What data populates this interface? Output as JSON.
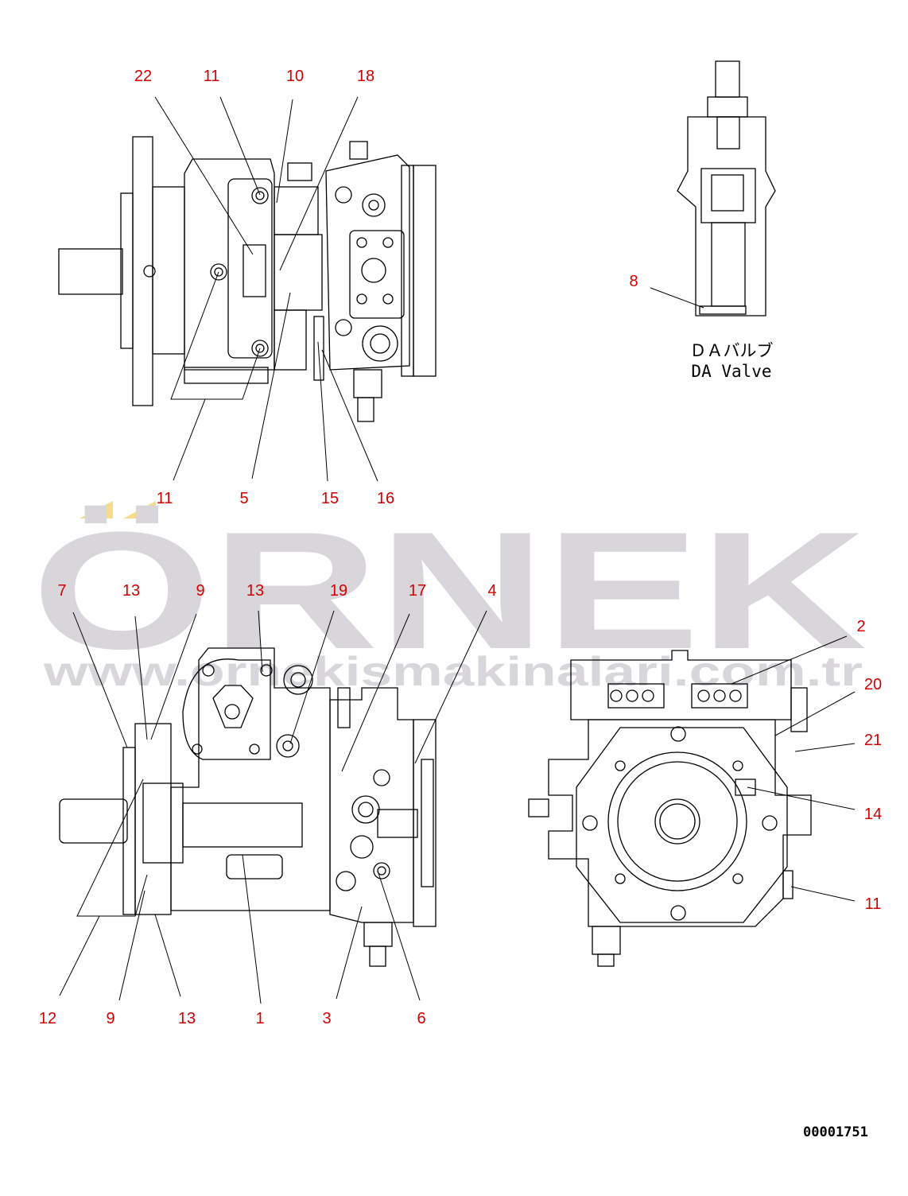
{
  "watermark": {
    "brand": "ÖRNEK",
    "url": "www.ornekismakinalari.com.tr",
    "accent_color": "#f6dc8c",
    "text_color": "#d8d6da"
  },
  "label_color": "#d40000",
  "top_view": {
    "callouts": [
      "22",
      "11",
      "10",
      "18",
      "11",
      "5",
      "15",
      "16"
    ]
  },
  "da_valve": {
    "callout": "8",
    "caption_jp": "ＤＡバルブ",
    "caption_en": "DA Valve"
  },
  "bottom_view": {
    "callouts_top": [
      "7",
      "13",
      "9",
      "13",
      "19",
      "17",
      "4"
    ],
    "callouts_bottom": [
      "12",
      "9",
      "13",
      "1",
      "3",
      "6"
    ]
  },
  "side_view": {
    "callouts": [
      "2",
      "20",
      "21",
      "14",
      "11"
    ]
  },
  "drawing_code": "00001751"
}
